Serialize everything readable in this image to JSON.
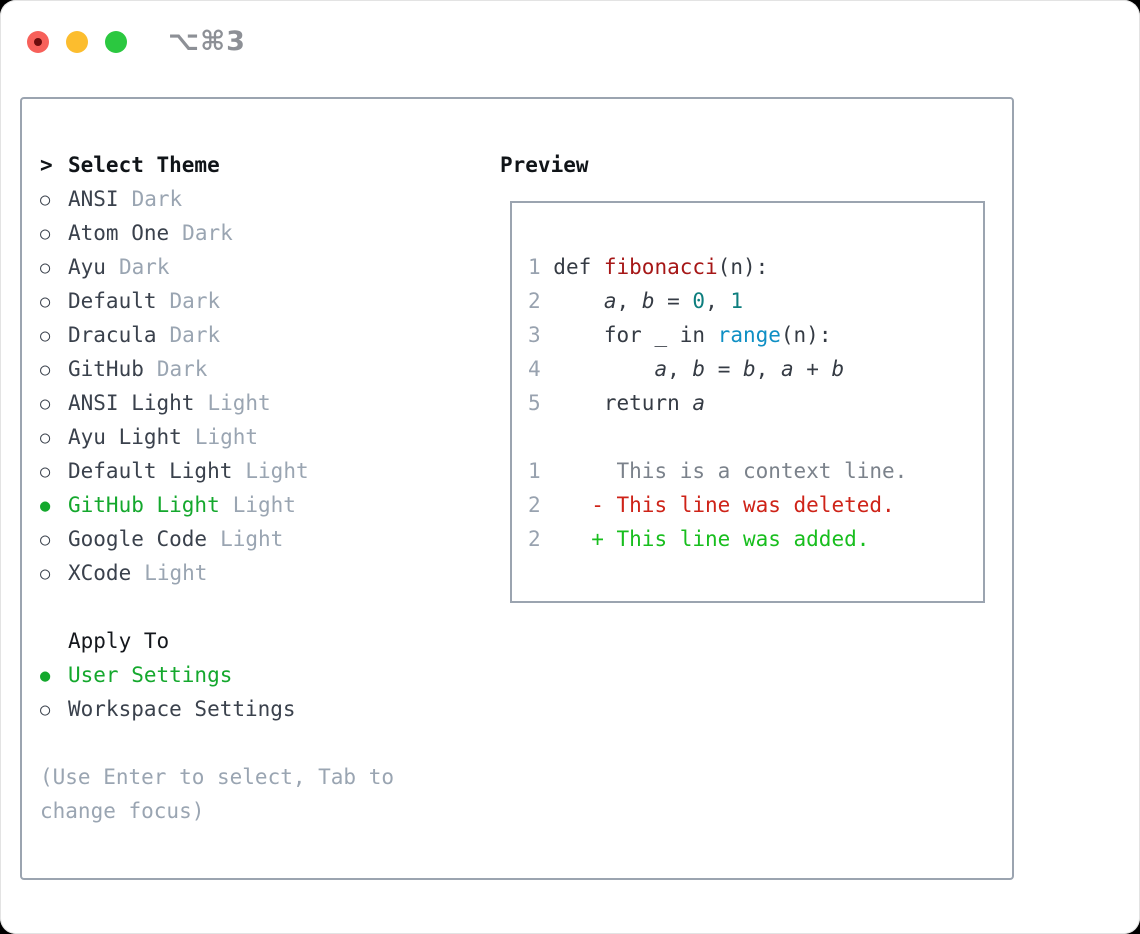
{
  "window": {
    "title": "⌥⌘3",
    "traffic_lights": [
      {
        "name": "close-button",
        "color": "#f7605a"
      },
      {
        "name": "minimize-button",
        "color": "#fcbd2e"
      },
      {
        "name": "zoom-button",
        "color": "#2bc840"
      }
    ]
  },
  "theme_panel": {
    "header": {
      "prefix": ">",
      "label": "Select Theme"
    },
    "items": [
      {
        "name": "ANSI",
        "variant": "Dark",
        "selected": false
      },
      {
        "name": "Atom One",
        "variant": "Dark",
        "selected": false
      },
      {
        "name": "Ayu",
        "variant": "Dark",
        "selected": false
      },
      {
        "name": "Default",
        "variant": "Dark",
        "selected": false
      },
      {
        "name": "Dracula",
        "variant": "Dark",
        "selected": false
      },
      {
        "name": "GitHub",
        "variant": "Dark",
        "selected": false
      },
      {
        "name": "ANSI Light",
        "variant": "Light",
        "selected": false
      },
      {
        "name": "Ayu Light",
        "variant": "Light",
        "selected": false
      },
      {
        "name": "Default Light",
        "variant": "Light",
        "selected": false
      },
      {
        "name": "GitHub Light",
        "variant": "Light",
        "selected": true
      },
      {
        "name": "Google Code",
        "variant": "Light",
        "selected": false
      },
      {
        "name": "XCode",
        "variant": "Light",
        "selected": false
      }
    ],
    "apply_to": {
      "label": "Apply To",
      "options": [
        {
          "label": "User Settings",
          "selected": true
        },
        {
          "label": "Workspace Settings",
          "selected": false
        }
      ]
    },
    "hint_lines": [
      "(Use Enter to select, Tab to",
      "change focus)"
    ]
  },
  "preview": {
    "label": "Preview",
    "code_lines": [
      {
        "num": "1",
        "segments": [
          {
            "text": " def "
          },
          {
            "text": "fibonacci",
            "color": "function"
          },
          {
            "text": "(n):"
          }
        ]
      },
      {
        "num": "2",
        "segments": [
          {
            "text": "     "
          },
          {
            "text": "a",
            "italic": true
          },
          {
            "text": ", "
          },
          {
            "text": "b",
            "italic": true
          },
          {
            "text": " = "
          },
          {
            "text": "0",
            "color": "number"
          },
          {
            "text": ", "
          },
          {
            "text": "1",
            "color": "number"
          }
        ]
      },
      {
        "num": "3",
        "segments": [
          {
            "text": "     for _ in "
          },
          {
            "text": "range",
            "color": "builtin"
          },
          {
            "text": "(n):"
          }
        ]
      },
      {
        "num": "4",
        "segments": [
          {
            "text": "         "
          },
          {
            "text": "a",
            "italic": true
          },
          {
            "text": ", "
          },
          {
            "text": "b",
            "italic": true
          },
          {
            "text": " = "
          },
          {
            "text": "b",
            "italic": true
          },
          {
            "text": ", "
          },
          {
            "text": "a",
            "italic": true
          },
          {
            "text": " + "
          },
          {
            "text": "b",
            "italic": true
          }
        ]
      },
      {
        "num": "5",
        "segments": [
          {
            "text": "     return "
          },
          {
            "text": "a",
            "italic": true
          }
        ]
      }
    ],
    "diff_lines": [
      {
        "num": "1",
        "content": "      This is a context line.",
        "type": "context"
      },
      {
        "num": "2",
        "content": "    - This line was deleted.",
        "type": "deleted"
      },
      {
        "num": "2",
        "content": "    + This line was added.",
        "type": "added"
      }
    ]
  },
  "colors": {
    "accent_green": "#14a82d",
    "diff_added": "#18be1e",
    "diff_deleted": "#ce2318",
    "diff_context": "#7b828b",
    "syntax_function": "#a61717",
    "syntax_number": "#0d7e7e",
    "syntax_builtin": "#0e8fc4",
    "muted_gray": "#9aa5b2",
    "line_number_gray": "#98a2af",
    "panel_border": "#9ba4b0",
    "text_dark": "#3a414c"
  }
}
